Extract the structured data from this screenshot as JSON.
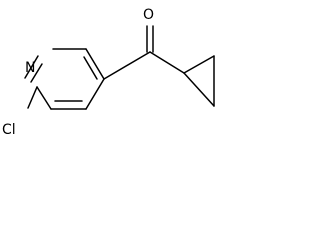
{
  "molecule": {
    "atom_labels": {
      "oxygen": "O",
      "nitrogen": "N",
      "chlorine": "Cl"
    },
    "colors": {
      "bond": "#000000",
      "label": "#000000",
      "background": "#ffffff"
    }
  }
}
